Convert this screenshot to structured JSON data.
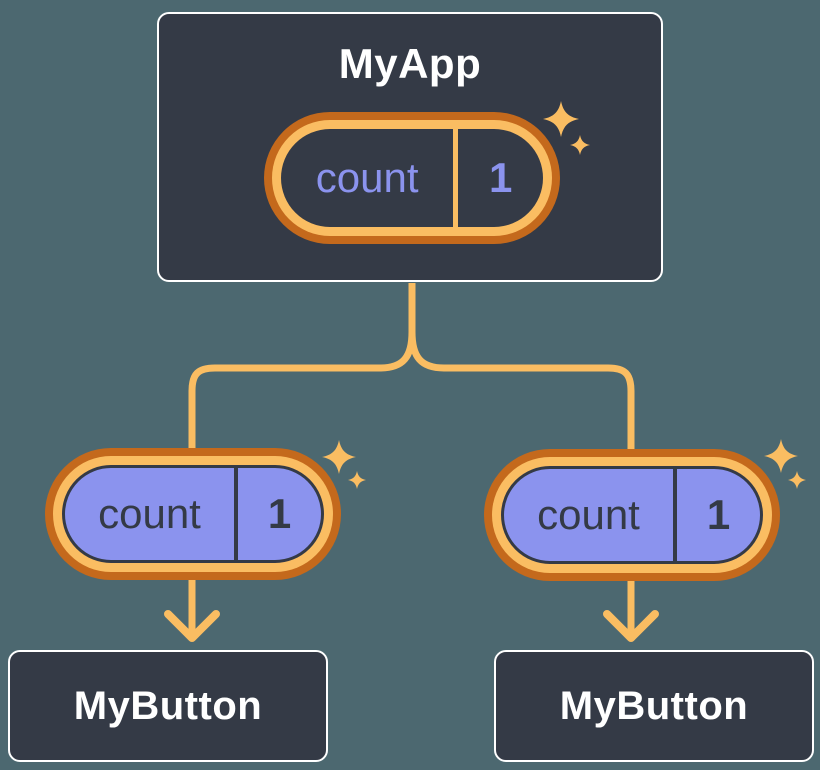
{
  "diagram": {
    "root": {
      "title": "MyApp",
      "pill": {
        "name": "count",
        "value": "1"
      }
    },
    "children": [
      {
        "title": "MyButton",
        "pill": {
          "name": "count",
          "value": "1"
        }
      },
      {
        "title": "MyButton",
        "pill": {
          "name": "count",
          "value": "1"
        }
      }
    ]
  },
  "icons": {
    "sparkle": "sparkle-icon"
  },
  "colors": {
    "background": "#4C6870",
    "node_fill": "#343A46",
    "node_border": "#FFFFFF",
    "node_text": "#FFFFFF",
    "ring_outer": "#C4691C",
    "ring_inner": "#FABD62",
    "connector": "#FABD62",
    "state_fill": "#8B93EE",
    "state_text": "#343A46"
  }
}
